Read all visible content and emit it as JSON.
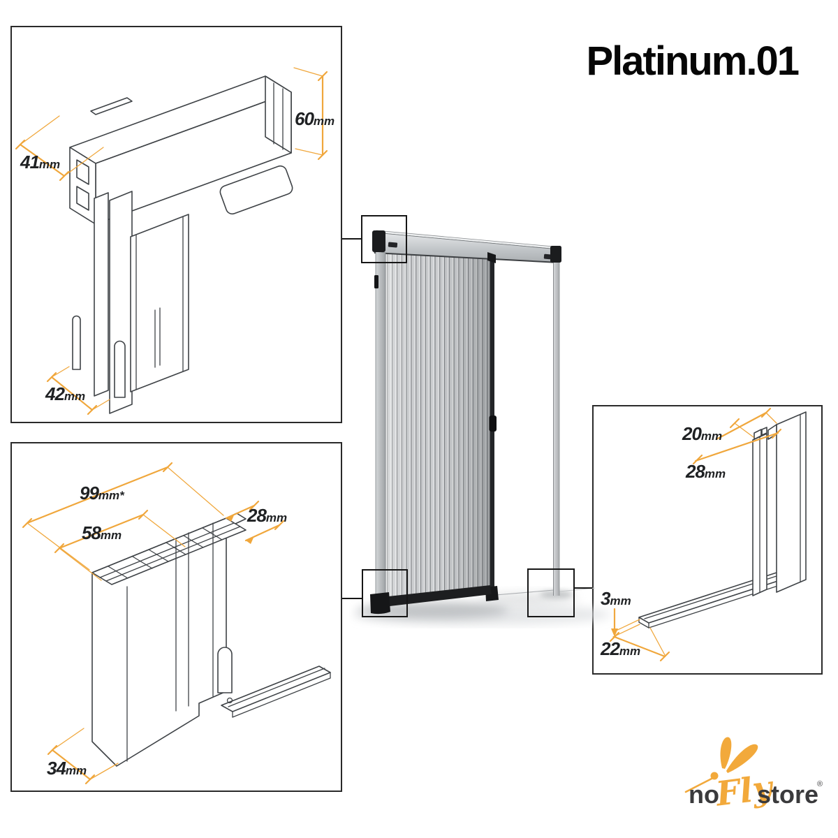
{
  "title": "Platinum.01",
  "colors": {
    "accent": "#F0A73C",
    "drawing_ink": "#3E4246",
    "frame_black": "#1B1C1E"
  },
  "detail_panels": {
    "top_corner": {
      "dims": {
        "d41": {
          "num": "41",
          "unit": "mm"
        },
        "d60": {
          "num": "60",
          "unit": "mm"
        },
        "d42": {
          "num": "42",
          "unit": "mm"
        }
      }
    },
    "bottom_section": {
      "dims": {
        "d99": {
          "num": "99",
          "unit": "mm*"
        },
        "d58": {
          "num": "58",
          "unit": "mm"
        },
        "d28": {
          "num": "28",
          "unit": "mm"
        },
        "d34": {
          "num": "34",
          "unit": "mm"
        }
      }
    },
    "side_rail": {
      "dims": {
        "d20": {
          "num": "20",
          "unit": "mm"
        },
        "d28": {
          "num": "28",
          "unit": "mm"
        },
        "d3": {
          "num": "3",
          "unit": "mm"
        },
        "d22": {
          "num": "22",
          "unit": "mm"
        }
      }
    }
  },
  "logo": {
    "word_no": "no",
    "word_fly": "Fly",
    "word_store": "store",
    "registered": "®",
    "icon": "dragonfly-icon"
  }
}
